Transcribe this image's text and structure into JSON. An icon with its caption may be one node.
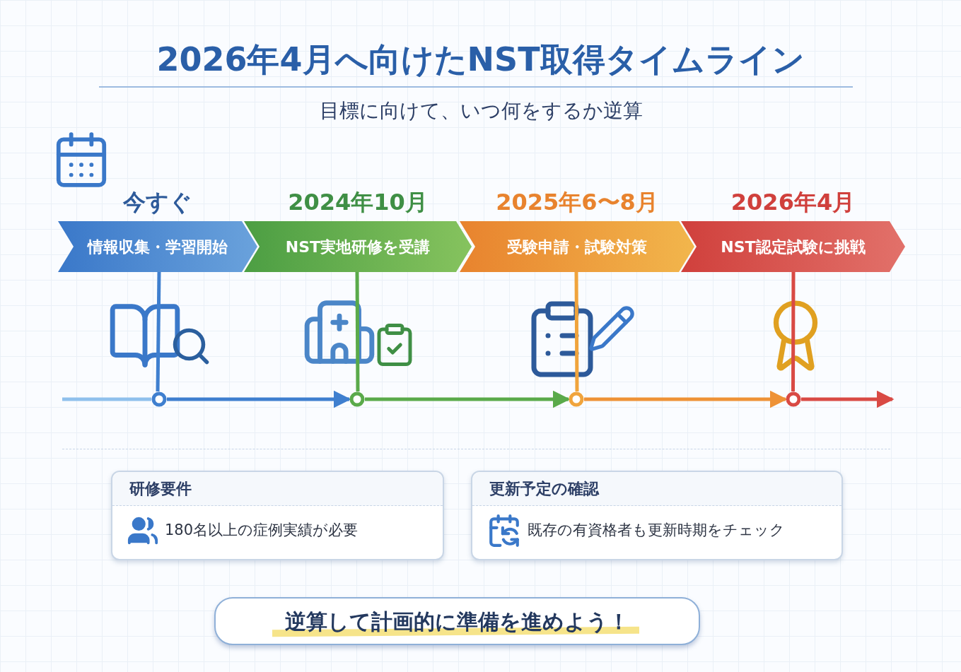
{
  "diagram": {
    "title": "2026年4月へ向けたNST取得タイムライン",
    "nodes": [
      {
        "text": [
          "情報収集・学習開始"
        ],
        "beside": [
          "今すぐ"
        ]
      },
      {
        "text": [
          "NST実地研修を受講"
        ],
        "beside": [
          "2024年10月"
        ]
      },
      {
        "text": [
          "受験申請・試験対策"
        ],
        "beside": [
          "2025年6〜8月"
        ]
      },
      {
        "text": [
          "NST認定試験に挑戦"
        ],
        "beside": [
          "2026年4月"
        ]
      },
      {
        "text": [],
        "shape": "circle"
      },
      {
        "text": [],
        "shape": "circle"
      },
      {
        "text": [],
        "shape": "circle"
      },
      {
        "text": [],
        "shape": "circle"
      },
      {
        "text": [
          "研修要件",
          "180名以上の症例実績が必要"
        ]
      },
      {
        "text": [
          "更新予定の確認",
          "既存の有資格者も更新時期をチェック"
        ]
      },
      {
        "text": [
          "逆算して計画的に準備を進めよう！"
        ]
      }
    ],
    "edges": [
      {
        "from": 0,
        "to": 4,
        "arrow": "none",
        "color": "#3f7fcf"
      },
      {
        "from": 1,
        "to": 5,
        "arrow": "none",
        "color": "#5aaa4a"
      },
      {
        "from": 2,
        "to": 6,
        "arrow": "none",
        "color": "#f0a43c"
      },
      {
        "from": 3,
        "to": 7,
        "arrow": "none",
        "color": "#d94a44"
      },
      {
        "from": null,
        "to": 4,
        "arrow": "none",
        "color": "#8fc0ec"
      },
      {
        "from": 4,
        "to": 5,
        "arrow": "to",
        "color": "#3f7fcf"
      },
      {
        "from": 5,
        "to": 6,
        "arrow": "to",
        "color": "#5aaa4a"
      },
      {
        "from": 6,
        "to": 7,
        "arrow": "to",
        "color": "#ee9236"
      },
      {
        "from": 7,
        "to": null,
        "arrow": "to",
        "color": "#d94a44"
      }
    ],
    "labels": [
      "目標に向けて、いつ何をするか逆算"
    ]
  }
}
